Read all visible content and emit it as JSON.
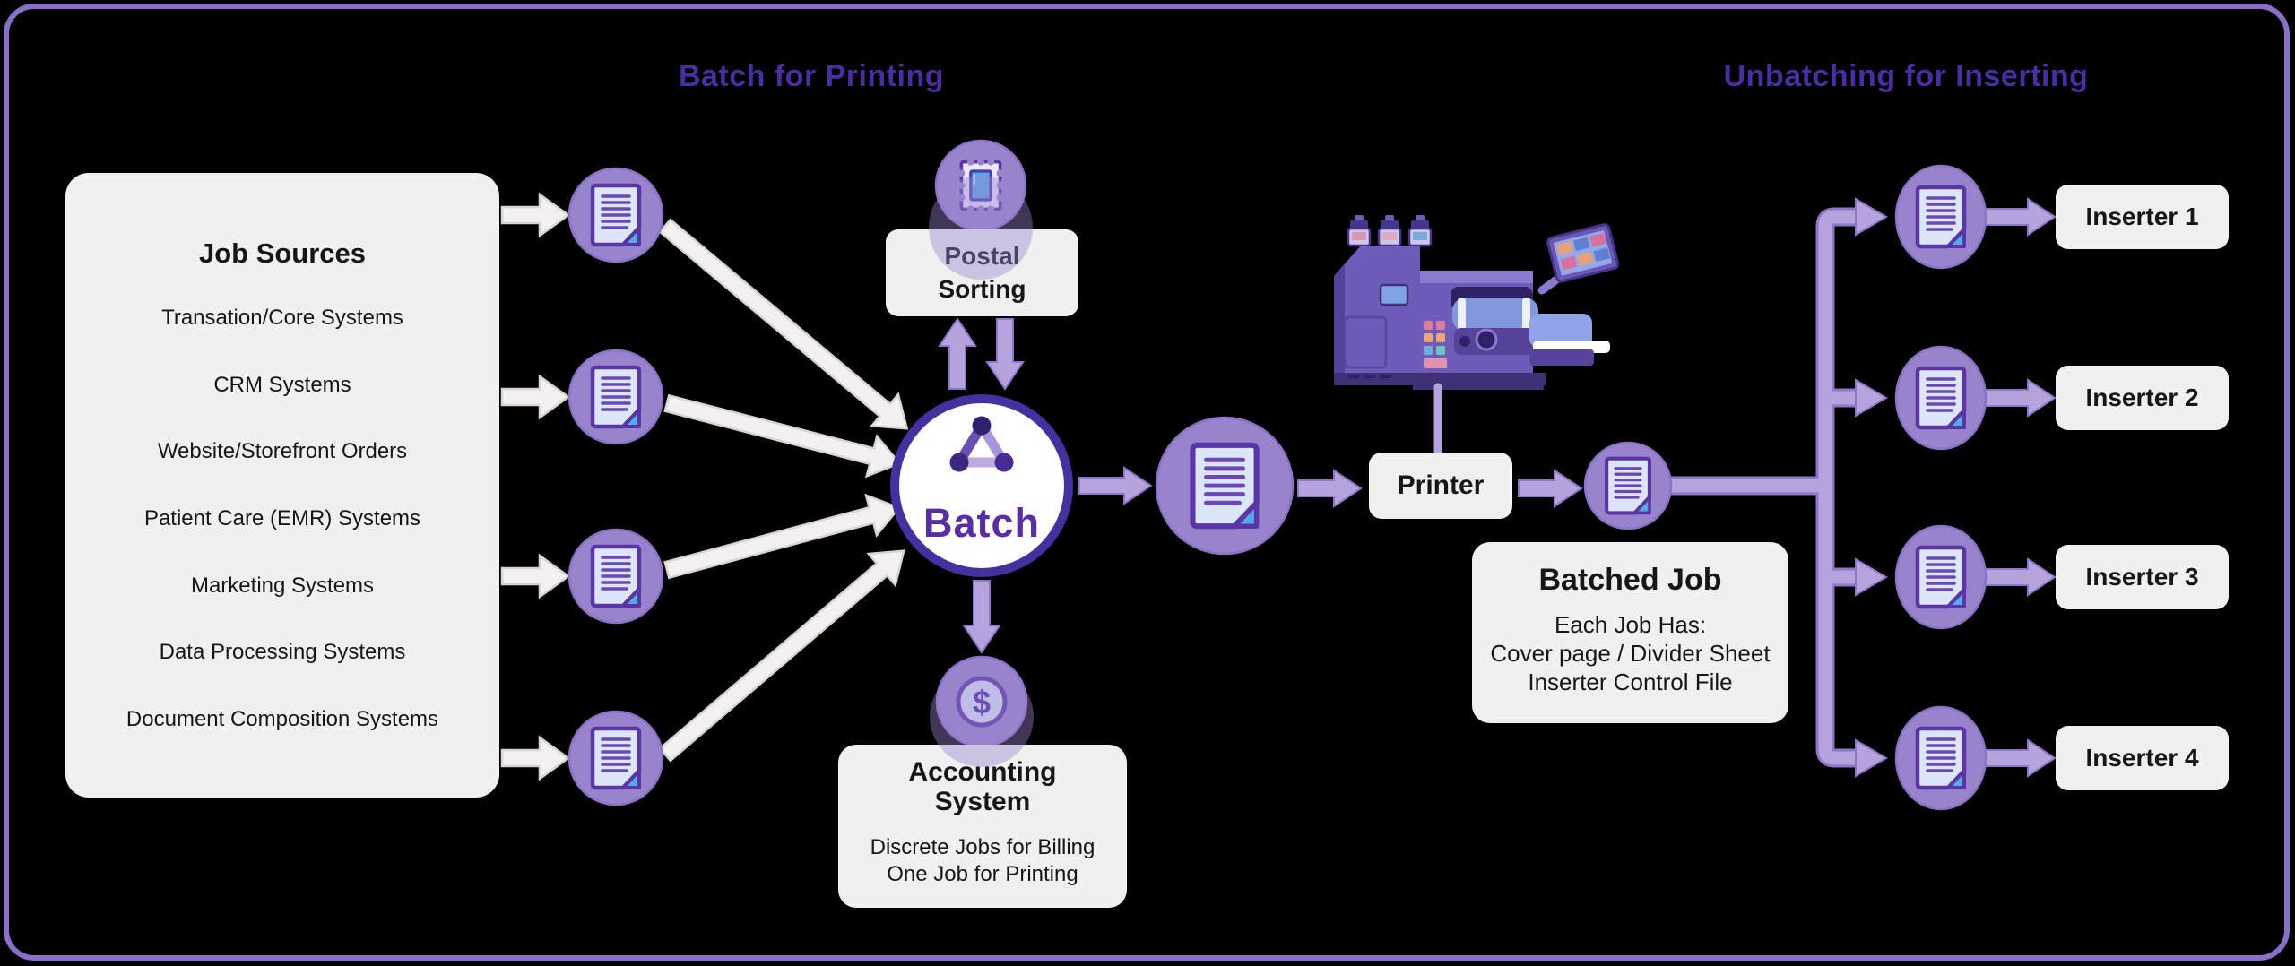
{
  "header": {
    "left_title": "Batch for Printing",
    "right_title": "Unbatching for Inserting"
  },
  "job_sources": {
    "title": "Job Sources",
    "items": [
      "Transation/Core Systems",
      "CRM Systems",
      "Website/Storefront Orders",
      "Patient Care (EMR) Systems",
      "Marketing Systems",
      "Data Processing Systems",
      "Document Composition Systems"
    ]
  },
  "postal_sorting": {
    "label": "Postal Sorting"
  },
  "batch": {
    "label": "Batch"
  },
  "accounting": {
    "title": "Accounting System",
    "lines": [
      "Discrete Jobs for Billing",
      "One Job for Printing"
    ]
  },
  "printer": {
    "label": "Printer"
  },
  "batched_job": {
    "title": "Batched Job",
    "lines": [
      "Each Job Has:",
      "Cover page / Divider Sheet",
      "Inserter Control File"
    ]
  },
  "inserters": [
    "Inserter 1",
    "Inserter 2",
    "Inserter 3",
    "Inserter 4"
  ],
  "icons": {
    "dollar": "$"
  },
  "colors": {
    "bg": "#000000",
    "frameBorder": "#8a6fc8",
    "accent": "#4a2da0",
    "boxBg": "#f1f0f0",
    "textInk": "#161616",
    "circlePurple": "#9884cd",
    "circleEdge": "#8a72c4",
    "arrowPurple": "#b5a3dd",
    "arrowPurpleEdge": "#8f76c8",
    "arrowWhite": "#f2f0f1",
    "arrowWhiteEdge": "#d8d4d5",
    "batchRing": "#44309e",
    "batchText": "#5a2da5",
    "docPage": "#dce6f8",
    "docOutline": "#5b35a6",
    "docLines": "#6b49b5",
    "docFold": "#57aae8",
    "stampBlue": "#58a7e8"
  }
}
